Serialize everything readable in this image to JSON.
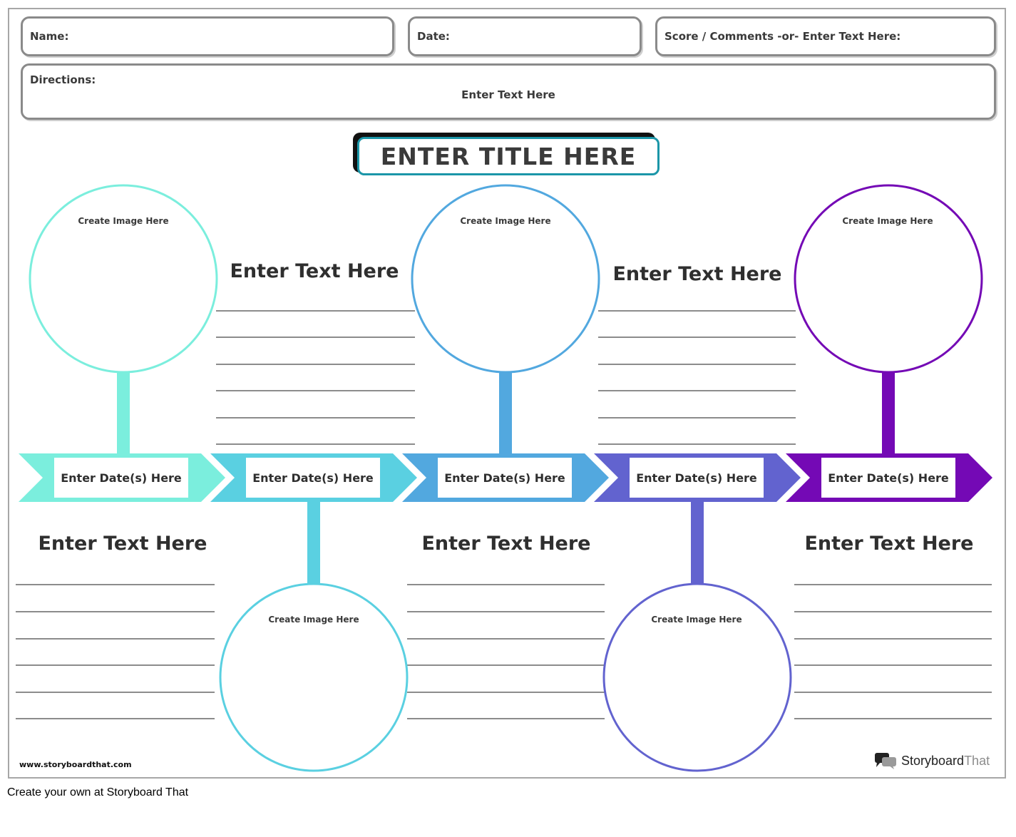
{
  "header": {
    "name_label": "Name:",
    "date_label": "Date:",
    "score_label": "Score / Comments -or- Enter Text Here:"
  },
  "directions": {
    "label": "Directions:",
    "text": "Enter Text Here"
  },
  "title": "ENTER TITLE HERE",
  "timeline": {
    "colors": [
      "#7beedd",
      "#5ad0e1",
      "#52a8df",
      "#6263cf",
      "#7409b5"
    ],
    "circle_label": "Create Image Here",
    "date_label": "Enter Date(s) Here",
    "text_heading": "Enter Text Here",
    "segments": [
      {
        "image_label": "Create Image Here",
        "date": "Enter Date(s) Here",
        "text": "Enter Text Here"
      },
      {
        "image_label": "Create Image Here",
        "date": "Enter Date(s) Here",
        "text": "Enter Text Here"
      },
      {
        "image_label": "Create Image Here",
        "date": "Enter Date(s) Here",
        "text": "Enter Text Here"
      },
      {
        "image_label": "Create Image Here",
        "date": "Enter Date(s) Here",
        "text": "Enter Text Here"
      },
      {
        "image_label": "Create Image Here",
        "date": "Enter Date(s) Here",
        "text": "Enter Text Here"
      }
    ]
  },
  "footer": {
    "url": "www.storyboardthat.com",
    "brand_main": "Storyboard",
    "brand_light": "That",
    "credit": "Create your own at Storyboard That"
  }
}
